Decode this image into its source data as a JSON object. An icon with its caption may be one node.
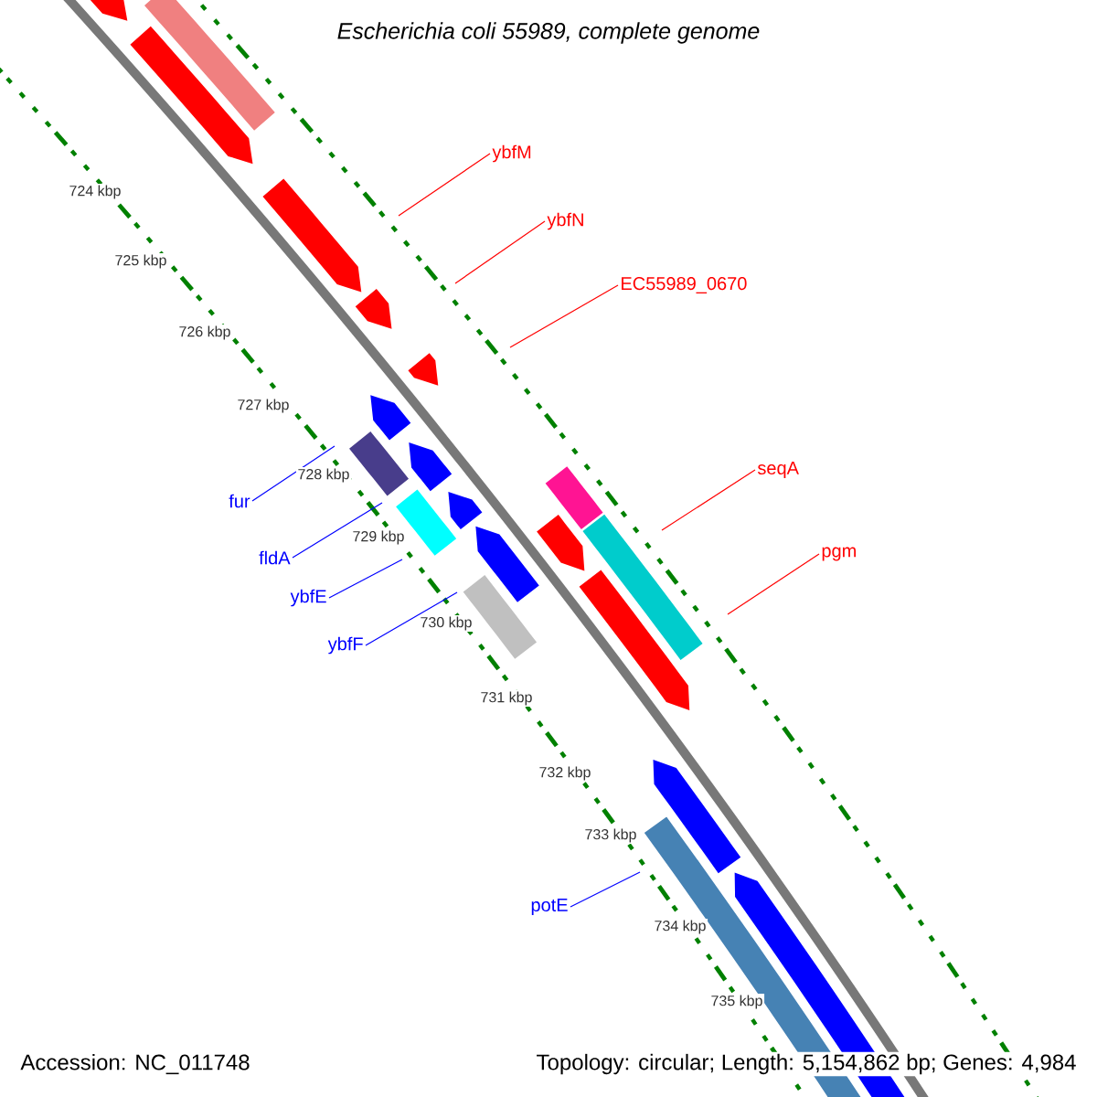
{
  "diagram": {
    "title": "Escherichia coli 55989, complete genome",
    "nodes": [
      {
        "text": [
          "ybfM"
        ]
      },
      {
        "text": [
          "ybfN"
        ]
      },
      {
        "text": [
          "EC55989_0670"
        ]
      },
      {
        "text": [
          "fur"
        ]
      },
      {
        "text": [
          "fldA"
        ]
      },
      {
        "text": [
          "ybfE"
        ]
      },
      {
        "text": [
          "ybfF"
        ]
      },
      {
        "text": [
          "seqA"
        ]
      },
      {
        "text": [
          "pgm"
        ]
      },
      {
        "text": [
          "potE"
        ]
      }
    ],
    "edges": [
      {
        "from": 0,
        "to": null,
        "arrow": "none"
      },
      {
        "from": 1,
        "to": null,
        "arrow": "none"
      },
      {
        "from": 2,
        "to": null,
        "arrow": "none"
      },
      {
        "from": 3,
        "to": null,
        "arrow": "none",
        "color": "#0000ff"
      },
      {
        "from": 4,
        "to": null,
        "arrow": "none",
        "color": "#0000ff"
      },
      {
        "from": 5,
        "to": null,
        "arrow": "none",
        "color": "#0000ff"
      },
      {
        "from": 6,
        "to": null,
        "arrow": "none",
        "color": "#0000ff"
      },
      {
        "from": 7,
        "to": null,
        "arrow": "none"
      },
      {
        "from": 8,
        "to": null,
        "arrow": "none"
      },
      {
        "from": 9,
        "to": null,
        "arrow": "none",
        "color": "#0000ff"
      }
    ],
    "labels": [
      "724 kbp",
      "725 kbp",
      "726 kbp",
      "727 kbp",
      "728 kbp",
      "729 kbp",
      "730 kbp",
      "731 kbp",
      "732 kbp",
      "733 kbp",
      "734 kbp",
      "735 kbp",
      "Accession: NC_011748",
      "Topology: circular; Length: 5,154,862 bp; Genes: 4,984"
    ]
  }
}
